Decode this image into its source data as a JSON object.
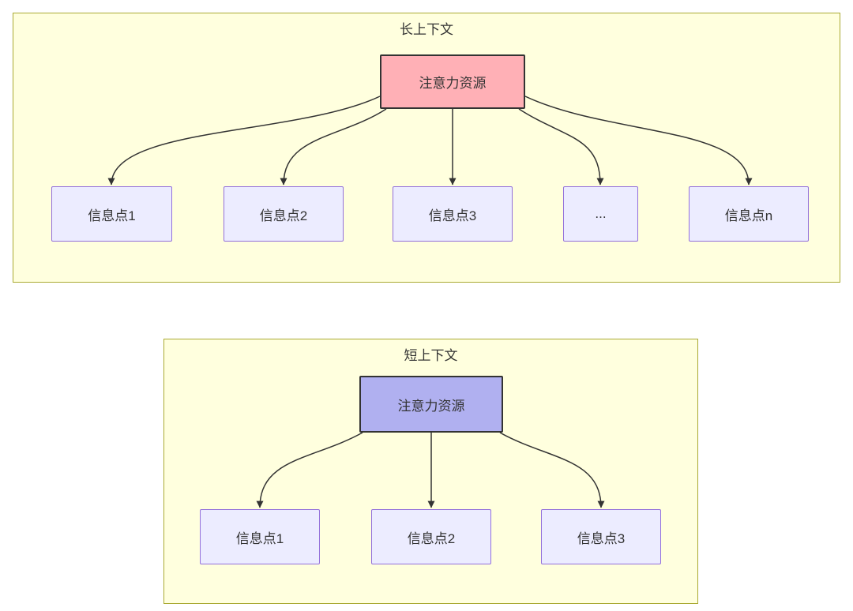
{
  "diagram": {
    "clusters": [
      {
        "id": "long-context",
        "title": "长上下文",
        "root_label": "注意力资源",
        "children": [
          "信息点1",
          "信息点2",
          "信息点3",
          "...",
          "信息点n"
        ]
      },
      {
        "id": "short-context",
        "title": "短上下文",
        "root_label": "注意力资源",
        "children": [
          "信息点1",
          "信息点2",
          "信息点3"
        ]
      }
    ],
    "colors": {
      "cluster_fill": "#ffffde",
      "cluster_border": "#aaaa33",
      "node_fill": "#ececff",
      "node_border": "#9370db",
      "root_fill_long": "#ffb0b6",
      "root_fill_short": "#b0b0f0",
      "root_border": "#333333",
      "edge": "#333333",
      "text": "#333333"
    }
  }
}
